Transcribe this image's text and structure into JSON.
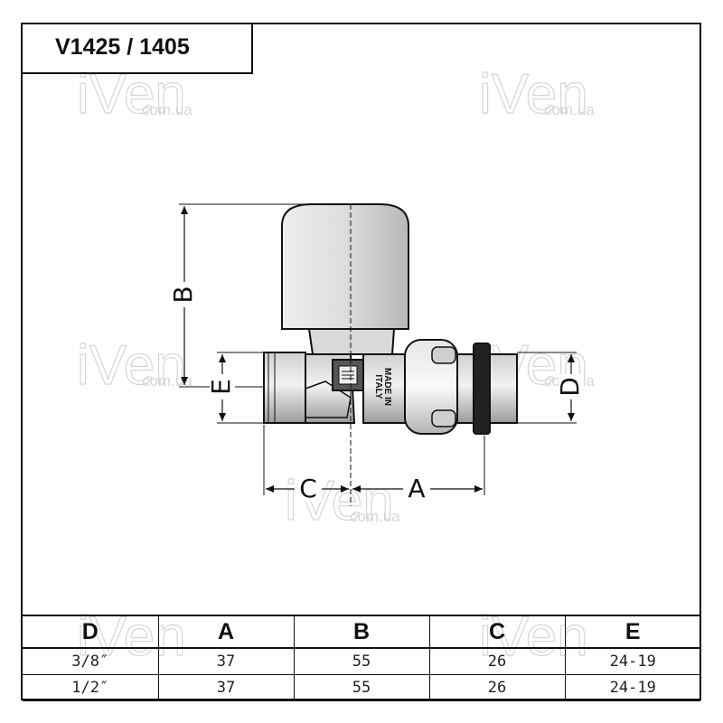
{
  "title": "V1425 / 1405",
  "watermark": {
    "brand": "iVen",
    "domain": "com.ua"
  },
  "valve": {
    "body_inscription": [
      "MADE IN",
      "ITALY"
    ]
  },
  "dimensions": {
    "A": "A",
    "B": "B",
    "C": "C",
    "D": "D",
    "E": "E"
  },
  "table": {
    "headers": [
      "D",
      "A",
      "B",
      "C",
      "E"
    ],
    "rows": [
      [
        "3/8″",
        "37",
        "55",
        "26",
        "24-19"
      ],
      [
        "1/2″",
        "37",
        "55",
        "26",
        "24-19"
      ]
    ]
  }
}
